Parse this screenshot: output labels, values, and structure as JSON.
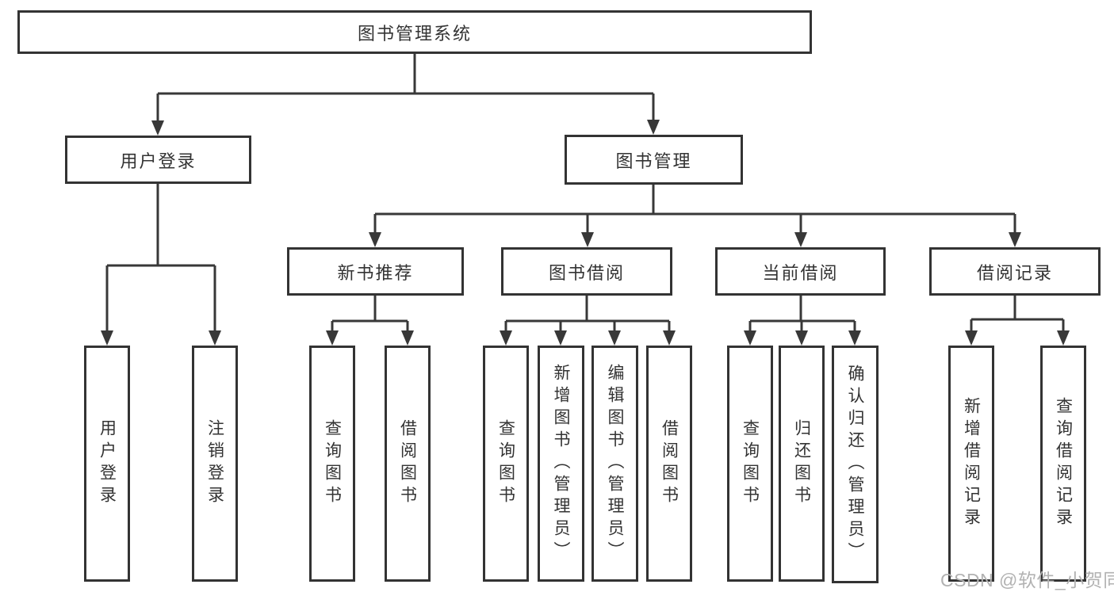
{
  "title": "图书管理系统",
  "branches": {
    "user_login": {
      "label": "用户登录",
      "children": [
        {
          "label": "用户登录"
        },
        {
          "label": "注销登录"
        }
      ]
    },
    "book_mgmt": {
      "label": "图书管理",
      "children": [
        {
          "label": "新书推荐",
          "children": [
            {
              "label": "查询图书"
            },
            {
              "label": "借阅图书"
            }
          ]
        },
        {
          "label": "图书借阅",
          "children": [
            {
              "label": "查询图书"
            },
            {
              "label": "新增图书（管理员）"
            },
            {
              "label": "编辑图书（管理员）"
            },
            {
              "label": "借阅图书"
            }
          ]
        },
        {
          "label": "当前借阅",
          "children": [
            {
              "label": "查询图书"
            },
            {
              "label": "归还图书"
            },
            {
              "label": "确认归还（管理员）"
            }
          ]
        },
        {
          "label": "借阅记录",
          "children": [
            {
              "label": "新增借阅记录"
            },
            {
              "label": "查询借阅记录"
            }
          ]
        }
      ]
    }
  },
  "watermark": "CSDN @软件_小贺同学",
  "colors": {
    "line": "#383838",
    "box_border": "#333333",
    "text": "#333333",
    "watermark": "#b2b2b2",
    "background": "#ffffff"
  }
}
